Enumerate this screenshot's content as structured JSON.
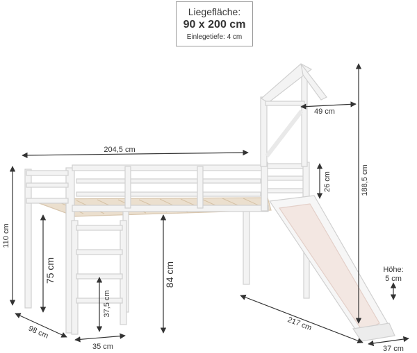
{
  "spec": {
    "title": "Liegefläche:",
    "dims": "90 x 200 cm",
    "depth": "Einlegetiefe: 4 cm"
  },
  "dimensions": {
    "total_length": "204,5 cm",
    "tower_width": "49 cm",
    "total_height": "188,5 cm",
    "rail_height": "26 cm",
    "bed_height": "110 cm",
    "ladder_height": "75 cm",
    "underbed_height": "84 cm",
    "step_height": "37,5 cm",
    "bed_depth": "98 cm",
    "ladder_width": "35 cm",
    "slide_length": "217 cm",
    "slide_width": "37 cm",
    "slide_height_label": "Höhe:",
    "slide_height_value": "5 cm"
  },
  "colors": {
    "dim_line": "#333333",
    "frame": "#f3f3f3",
    "frame_stroke": "#d0d0d0",
    "slats": "#e9dccb"
  }
}
